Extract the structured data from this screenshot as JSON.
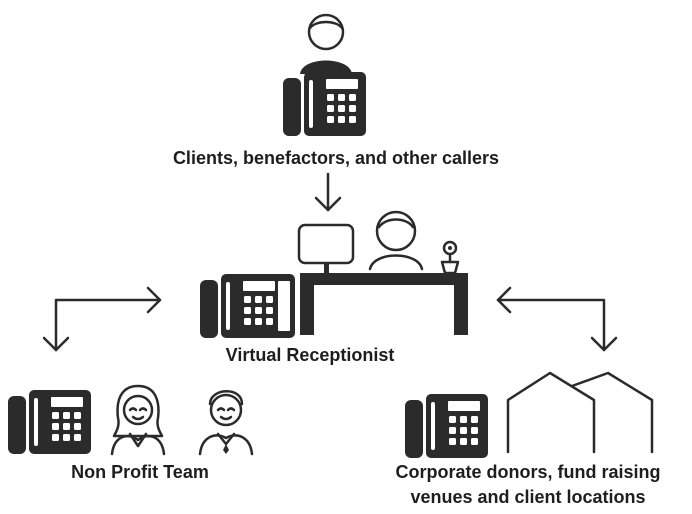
{
  "nodes": {
    "callers": {
      "label": "Clients, benefactors, and other callers"
    },
    "receptionist": {
      "label": "Virtual Receptionist"
    },
    "nonprofit": {
      "label": "Non Profit Team"
    },
    "corporate": {
      "label_line1": "Corporate donors, fund raising",
      "label_line2": "venues and client locations"
    }
  },
  "icons": [
    "person-icon",
    "desk-phone-icon",
    "computer-monitor-icon",
    "desk-icon",
    "flower-pot-icon",
    "woman-icon",
    "businessman-icon",
    "building-icon"
  ],
  "colors": {
    "ink": "#2b2b2b",
    "background": "#ffffff"
  }
}
